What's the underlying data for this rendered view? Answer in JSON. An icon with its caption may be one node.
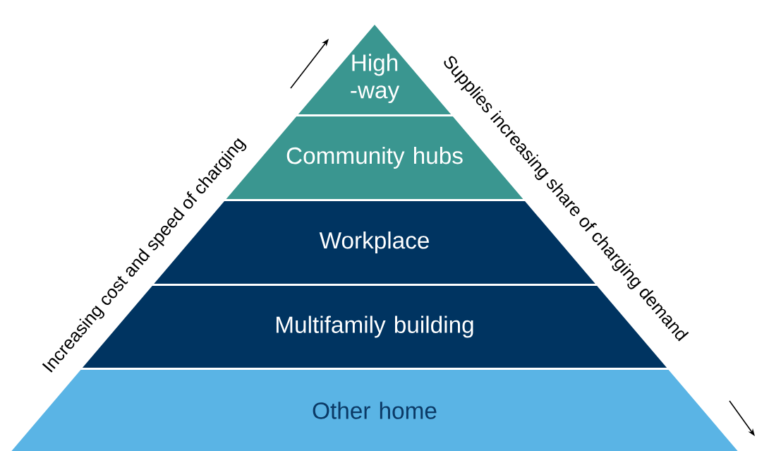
{
  "diagram": {
    "nodes": [
      {
        "text": [
          "High -way"
        ]
      },
      {
        "text": [
          "Community hubs"
        ]
      },
      {
        "text": [
          "Workplace"
        ]
      },
      {
        "text": [
          "Multifamily building"
        ]
      },
      {
        "text": [
          "Other home"
        ]
      }
    ],
    "labels": [
      "Increasing cost and speed of charging",
      "Supplies increasing share of charging demand"
    ]
  }
}
